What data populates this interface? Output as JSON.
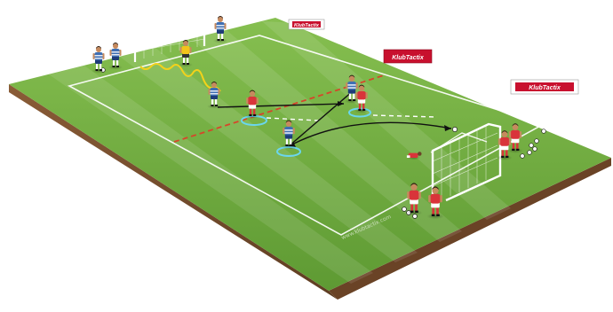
{
  "diagram": {
    "boards": [
      {
        "text": "KlubTactix"
      },
      {
        "text": "KlubTactix"
      },
      {
        "text": "KlubTactix"
      }
    ],
    "watermark": "www.klubtactix.com",
    "colors": {
      "grass_top": "#7fb94a",
      "grass_bottom": "#5f9a34",
      "slab": "#7b5231",
      "lines": "#ffffff",
      "home_kit": "#d9343a",
      "away_kit": "#3f6fb3",
      "dashed_red": "#d7452a",
      "dribble": "#f2d21b",
      "cone_ring": "#6ad6ee",
      "board_bg": "#c8102e"
    },
    "icons": [
      "goal-icon",
      "ball-icon",
      "player-icon",
      "ad-board-icon"
    ]
  }
}
